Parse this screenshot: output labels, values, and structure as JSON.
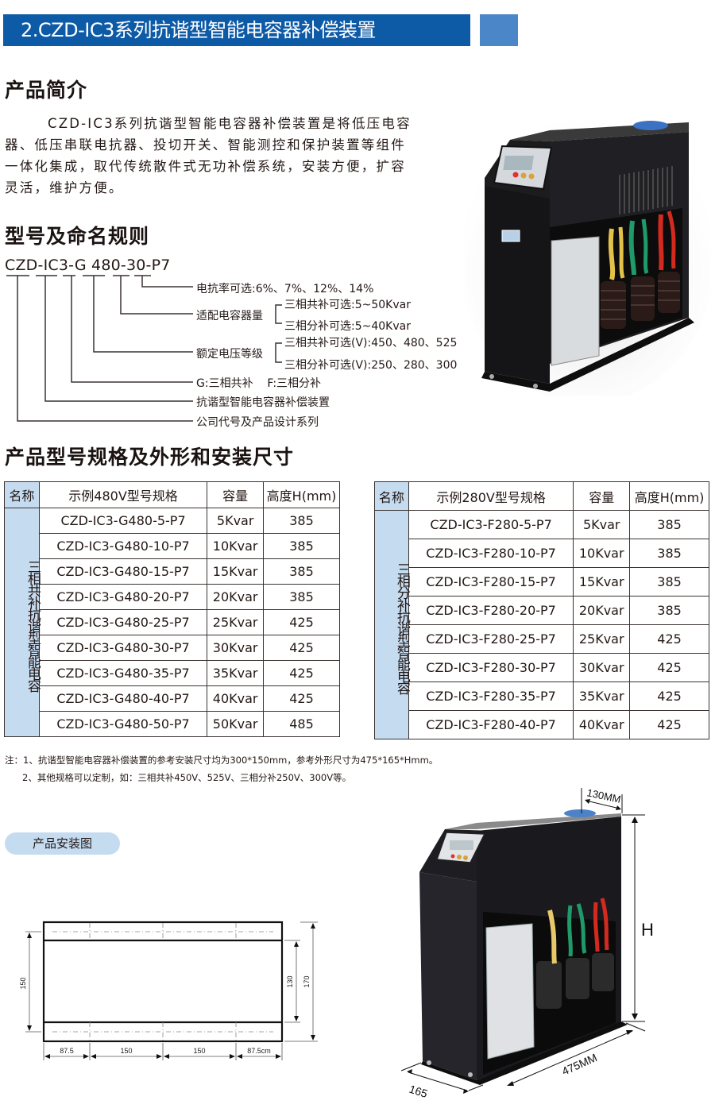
{
  "header": {
    "title": "2.CZD-IC3系列抗谐型智能电容器补偿装置",
    "accent_color": "#0d5aa7",
    "square_color": "#4a86c8"
  },
  "intro": {
    "heading": "产品简介",
    "paragraph": "CZD-IC3系列抗谐型智能电容器补偿装置是将低压电容器、低压串联电抗器、投切开关、智能测控和保护装置等组件一体化集成，取代传统散件式无功补偿系统，安装方便，扩容灵活，维护方便。"
  },
  "naming": {
    "heading": "型号及命名规则",
    "model_code": "CZD-IC3-G 480-30-P7",
    "items": [
      {
        "label": "电抗率可选:6%、7%、12%、14%"
      },
      {
        "label": "适配电容器量",
        "sub": [
          "三相共补可选:5~50Kvar",
          "三相分补可选:5~40Kvar"
        ]
      },
      {
        "label": "额定电压等级",
        "sub": [
          "三相共补可选(V):450、480、525",
          "三相分补可选(V):250、280、300"
        ]
      },
      {
        "label": "G:三相共补    F:三相分补"
      },
      {
        "label": "抗谐型智能电容器补偿装置"
      },
      {
        "label": "公司代号及产品设计系列"
      }
    ]
  },
  "specs": {
    "heading": "产品型号规格及外形和安装尺寸",
    "table_480": {
      "headers": [
        "名称",
        "示例480V型号规格",
        "容量",
        "高度H(mm)"
      ],
      "group_label": "三相共补抗谐型智能电容",
      "rows": [
        [
          "CZD-IC3-G480-5-P7",
          "5Kvar",
          "385"
        ],
        [
          "CZD-IC3-G480-10-P7",
          "10Kvar",
          "385"
        ],
        [
          "CZD-IC3-G480-15-P7",
          "15Kvar",
          "385"
        ],
        [
          "CZD-IC3-G480-20-P7",
          "20Kvar",
          "385"
        ],
        [
          "CZD-IC3-G480-25-P7",
          "25Kvar",
          "425"
        ],
        [
          "CZD-IC3-G480-30-P7",
          "30Kvar",
          "425"
        ],
        [
          "CZD-IC3-G480-35-P7",
          "35Kvar",
          "425"
        ],
        [
          "CZD-IC3-G480-40-P7",
          "40Kvar",
          "425"
        ],
        [
          "CZD-IC3-G480-50-P7",
          "50Kvar",
          "485"
        ]
      ]
    },
    "table_280": {
      "headers": [
        "名称",
        "示例280V型号规格",
        "容量",
        "高度H(mm)"
      ],
      "group_label": "三相分补抗谐型智能电容",
      "rows": [
        [
          "CZD-IC3-F280-5-P7",
          "5Kvar",
          "385"
        ],
        [
          "CZD-IC3-F280-10-P7",
          "10Kvar",
          "385"
        ],
        [
          "CZD-IC3-F280-15-P7",
          "15Kvar",
          "385"
        ],
        [
          "CZD-IC3-F280-20-P7",
          "20Kvar",
          "385"
        ],
        [
          "CZD-IC3-F280-25-P7",
          "25Kvar",
          "425"
        ],
        [
          "CZD-IC3-F280-30-P7",
          "30Kvar",
          "425"
        ],
        [
          "CZD-IC3-F280-35-P7",
          "35Kvar",
          "425"
        ],
        [
          "CZD-IC3-F280-40-P7",
          "40Kvar",
          "425"
        ]
      ]
    },
    "group_bg": "#c5dbf0"
  },
  "notes": {
    "line1": "注：1、抗谐型智能电容器补偿装置的参考安装尺寸均为300*150mm，参考外形尺寸为475*165*Hmm。",
    "line2": "2、其他规格可以定制，如：三相共补450V、525V、三相分补250V、300V等。"
  },
  "install": {
    "pill_label": "产品安装图",
    "drawing": {
      "left_dim": "150",
      "right_inner_dim": "130",
      "right_outer_dim": "170",
      "bottom_dims": [
        "87.5",
        "150",
        "150",
        "87.5cm"
      ]
    },
    "device": {
      "depth_top": "130MM",
      "height": "H",
      "width": "475MM",
      "depth": "165"
    }
  }
}
